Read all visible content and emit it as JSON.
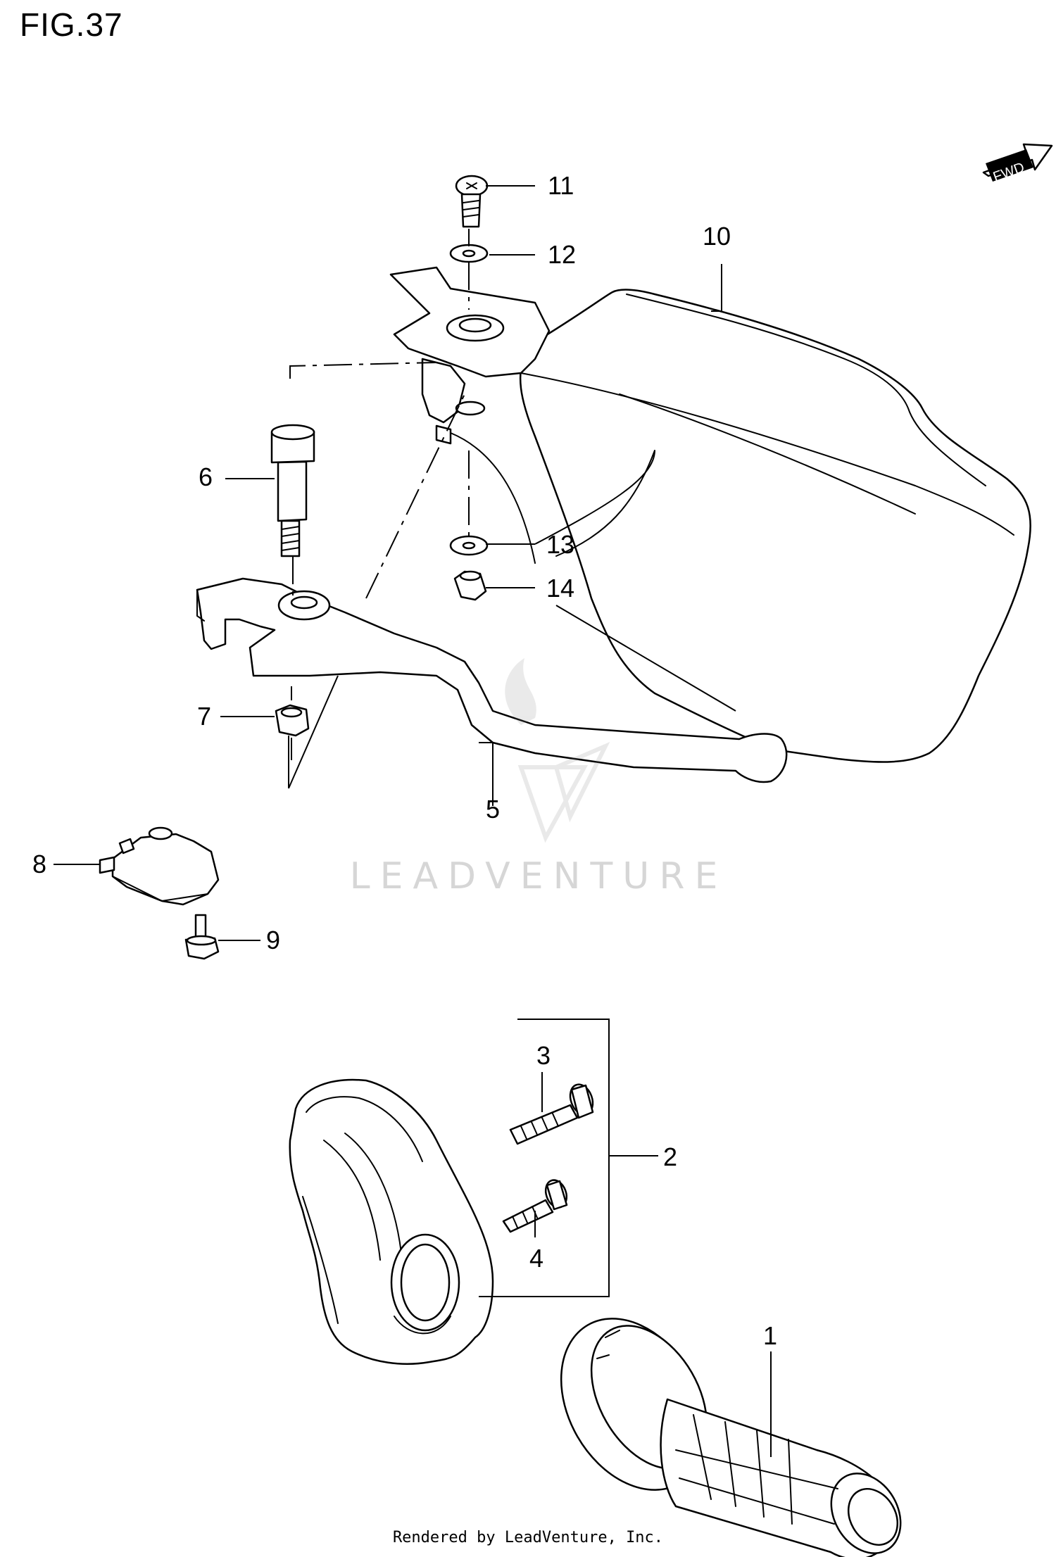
{
  "figure": {
    "title": "FIG.37"
  },
  "direction_marker": {
    "label": "FWD"
  },
  "watermark": {
    "label": "LEADVENTURE"
  },
  "footer": {
    "text": "Rendered by LeadVenture, Inc."
  },
  "callouts": {
    "c1": "1",
    "c2": "2",
    "c3": "3",
    "c4": "4",
    "c5": "5",
    "c6": "6",
    "c7": "7",
    "c8": "8",
    "c9": "9",
    "c10": "10",
    "c11": "11",
    "c12": "12",
    "c13": "13",
    "c14": "14"
  }
}
